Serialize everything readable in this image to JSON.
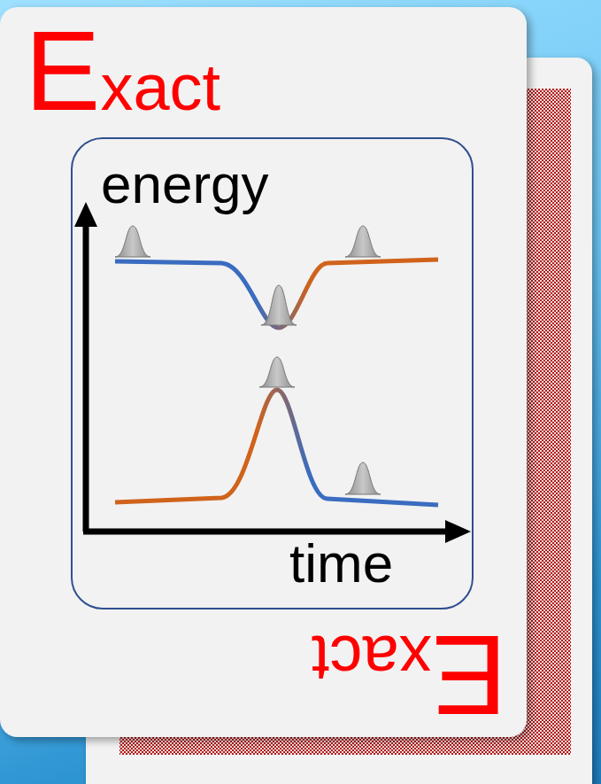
{
  "diagram": {
    "nodes": [
      {
        "text": [
          "Exact",
          "Exact"
        ]
      },
      {
        "text": [
          "energy",
          "time"
        ],
        "in": 0
      }
    ]
  }
}
